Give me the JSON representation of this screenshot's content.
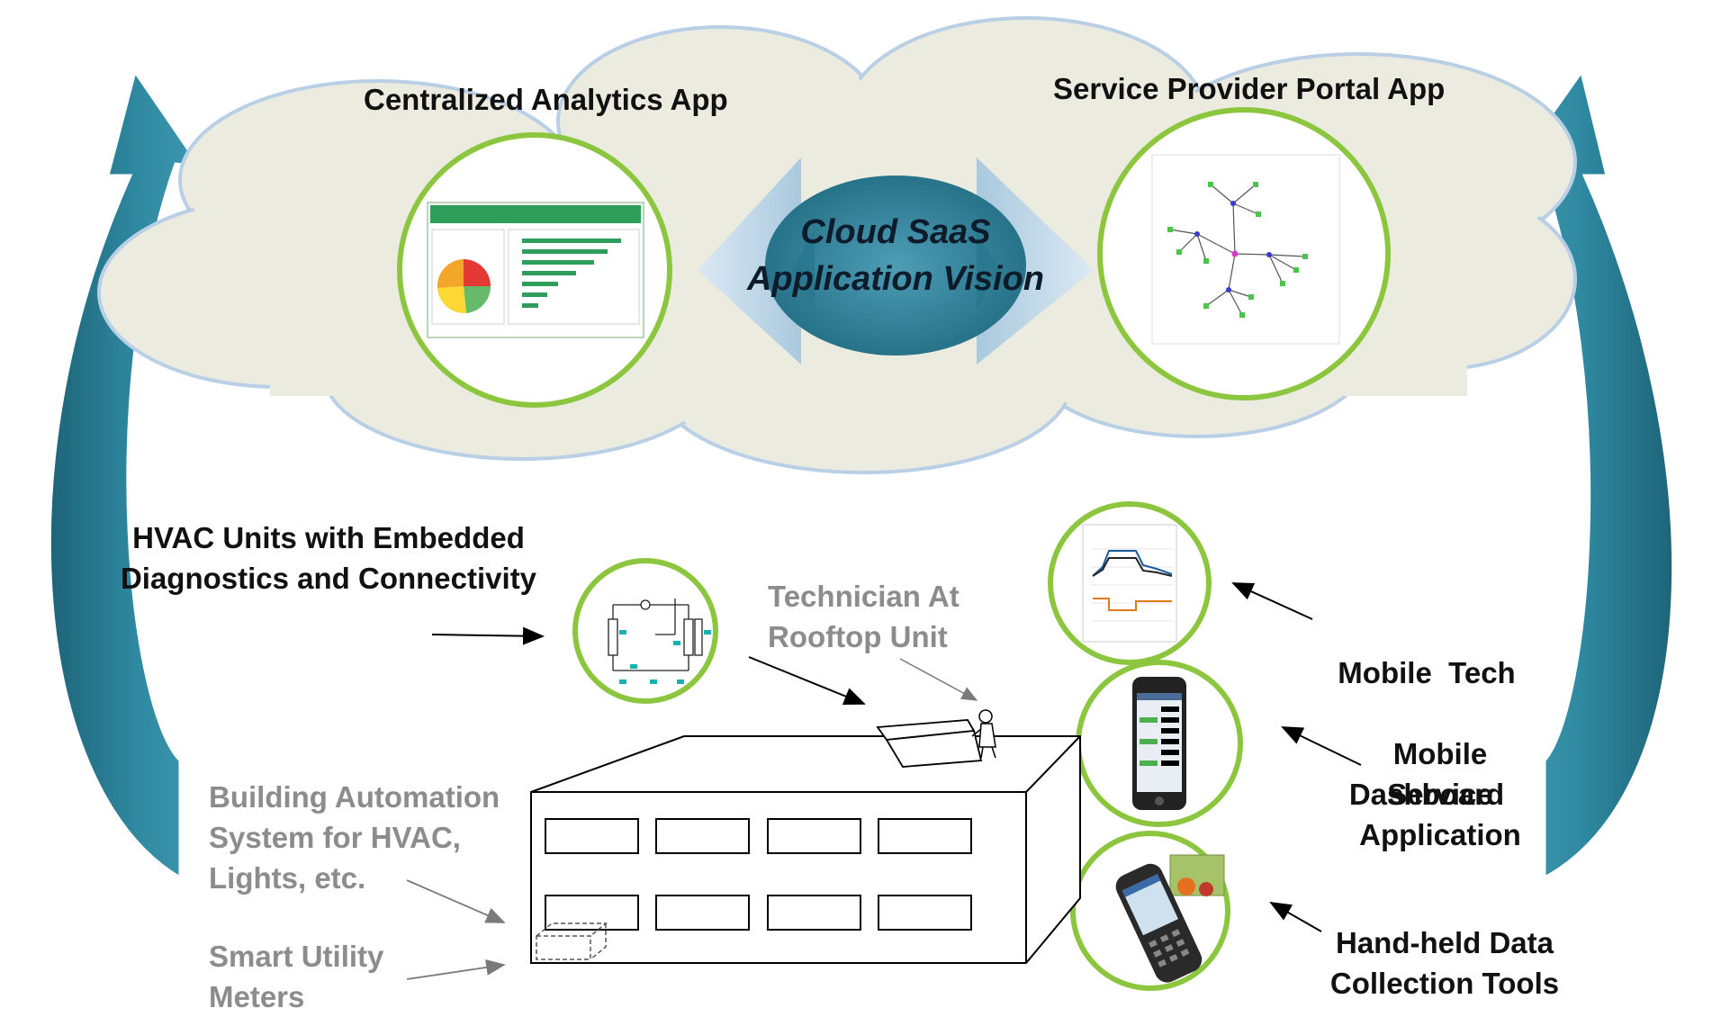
{
  "cloud": {
    "left_app_title": "Centralized Analytics App",
    "right_app_title": "Service Provider Portal App",
    "vision_line1": "Cloud SaaS",
    "vision_line2": "Application Vision"
  },
  "labels": {
    "hvac_line1": "HVAC Units with Embedded",
    "hvac_line2": "Diagnostics and Connectivity",
    "technician_line1": "Technician At",
    "technician_line2": "Rooftop Unit",
    "bas_line1": "Building Automation",
    "bas_line2": "System for HVAC,",
    "bas_line3": "Lights, etc.",
    "meters_line1": "Smart Utility",
    "meters_line2": "Meters",
    "mobile_dash_line1": "Mobile  Tech",
    "mobile_dash_line2": "Dashboard",
    "mobile_service_line1": "Mobile",
    "mobile_service_line2": "Service",
    "mobile_service_line3": "Application",
    "handheld_line1": "Hand-held Data",
    "handheld_line2": "Collection Tools"
  },
  "colors": {
    "cloud_fill": "#ecebe0",
    "cloud_outline": "#b9cfe6",
    "circle_ring": "#8cc63f",
    "teal_arrow": "#2e7f96",
    "teal_arrow_dark": "#1d5f73",
    "label_dark": "#111111",
    "label_grey": "#8c8c8c"
  },
  "icons": [
    "analytics-dashboard-thumbnail",
    "network-graph-thumbnail",
    "hvac-schematic-thumbnail",
    "line-chart-thumbnail",
    "smartphone-icon",
    "handheld-scanner-icon",
    "technician-figure-icon",
    "building-icon",
    "utility-meter-box-icon"
  ]
}
